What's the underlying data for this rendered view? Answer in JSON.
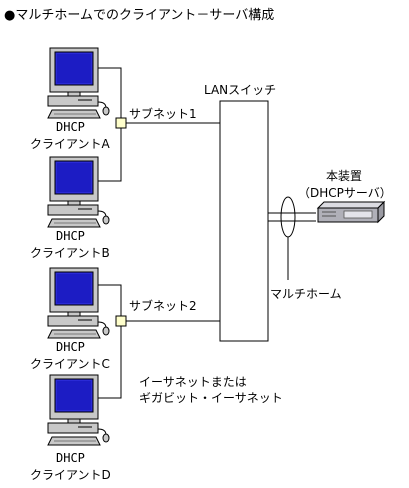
{
  "title": "●マルチホームでのクライアント－サーバ構成",
  "switch_label": "LANスイッチ",
  "subnet1_label": "サブネット1",
  "subnet2_label": "サブネット2",
  "server": {
    "line1": "本装置",
    "line2": "（DHCPサーバ）"
  },
  "multihome_label": "マルチホーム",
  "ethernet_label": {
    "line1": "イーサネットまたは",
    "line2": "ギガビット・イーサネット"
  },
  "clients": [
    {
      "line1": "DHCP",
      "line2": "クライアントA"
    },
    {
      "line1": "DHCP",
      "line2": "クライアントB"
    },
    {
      "line1": "DHCP",
      "line2": "クライアントC"
    },
    {
      "line1": "DHCP",
      "line2": "クライアントD"
    }
  ],
  "colors": {
    "screen": "#2a2ad6",
    "screen_dark": "#1010a0",
    "computer_body": "#c8c8c8",
    "hub": "#ffffcc",
    "server": "#b0b0b8"
  }
}
